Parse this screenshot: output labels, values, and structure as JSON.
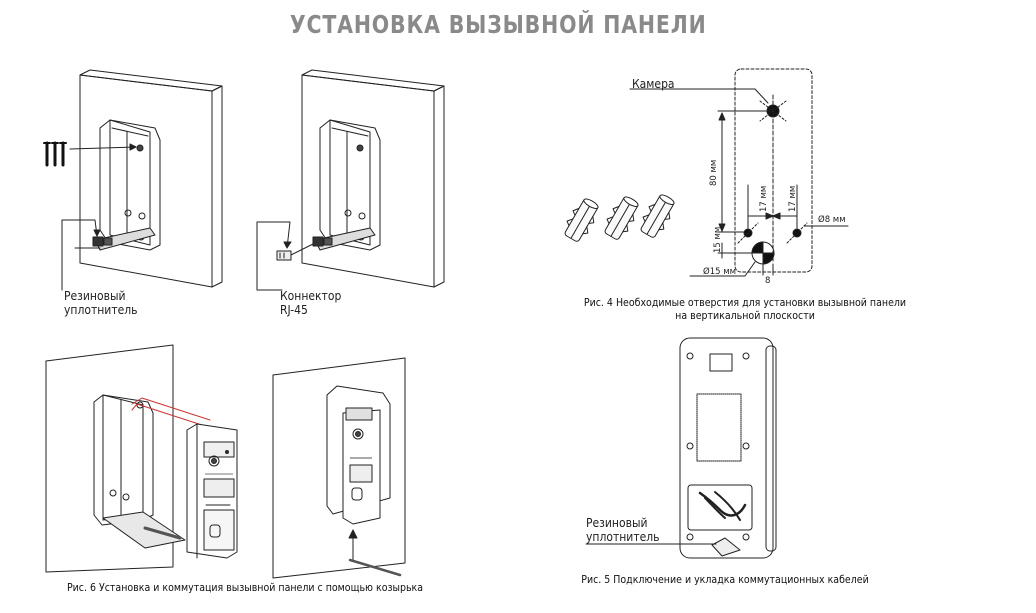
{
  "title": "УСТАНОВКА ВЫЗЫВНОЙ ПАНЕЛИ",
  "labels": {
    "rubber_seal_line1": "Резиновый",
    "rubber_seal_line2": "уплотнитель",
    "connector_line1": "Коннектор",
    "connector_line2": "RJ-45",
    "camera": "Камера",
    "rubber_seal2_line1": "Резиновый",
    "rubber_seal2_line2": "уплотнитель"
  },
  "dimensions": {
    "d80": "80 мм",
    "d17a": "17 мм",
    "d17b": "17 мм",
    "d15": "15 мм",
    "d8mm": "Ø8 мм",
    "d15mm": "Ø15 мм",
    "d8": "8"
  },
  "captions": {
    "fig4_line1": "Рис. 4  Необходимые отверстия для установки вызывной панели",
    "fig4_line2": "на вертикальной плоскости",
    "fig5": "Рис. 5  Подключение и укладка коммутационных кабелей",
    "fig6": "Рис. 6  Установка и коммутация вызывной панели с помощью козырька"
  }
}
